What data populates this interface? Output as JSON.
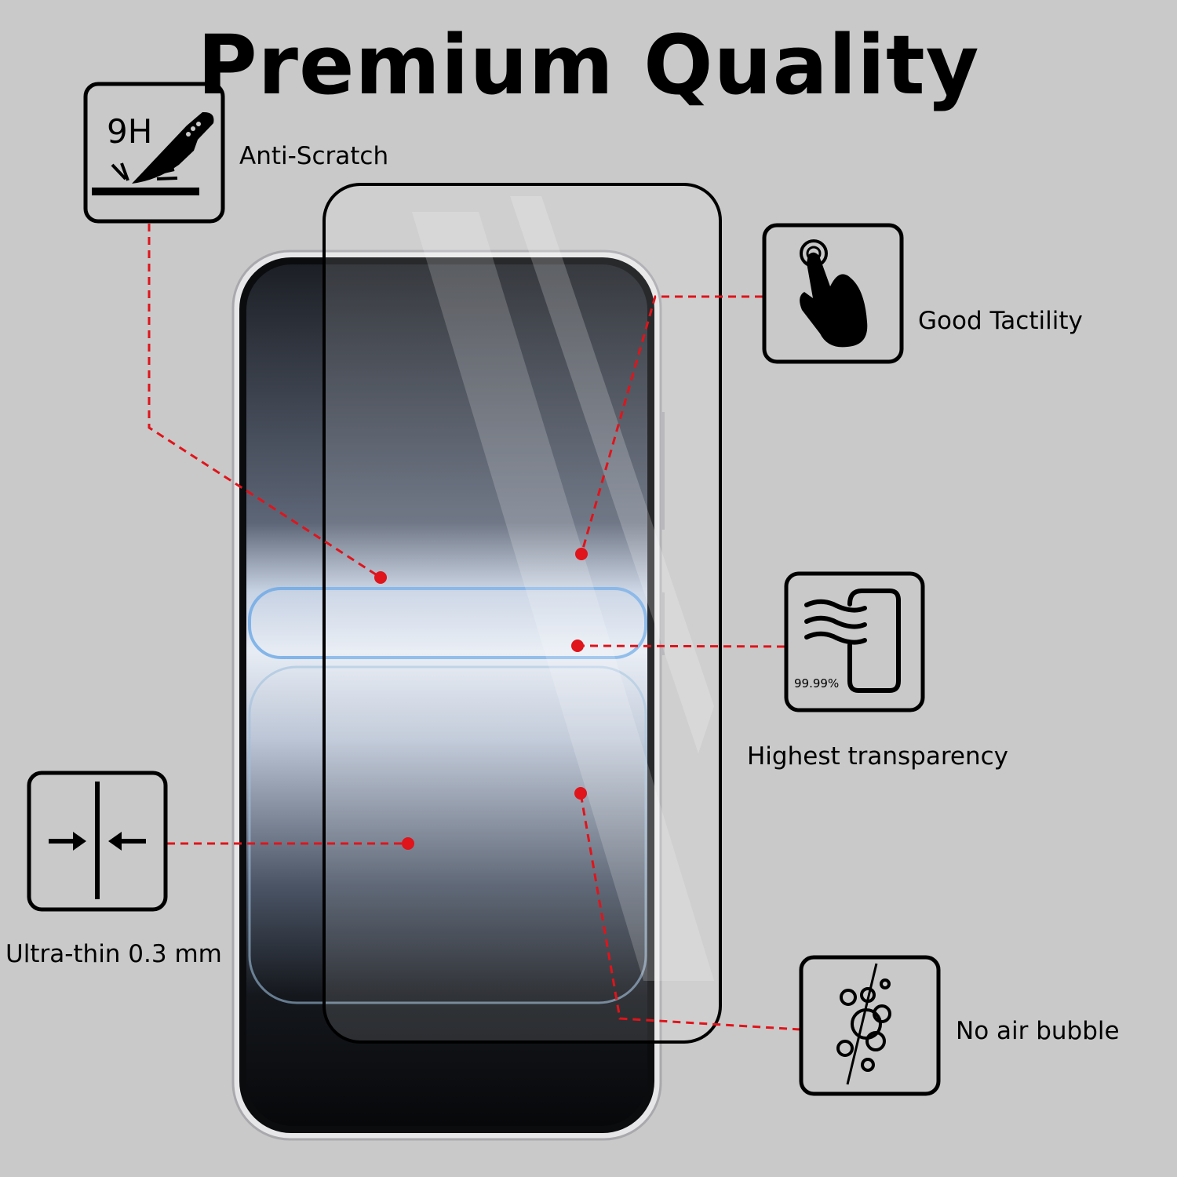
{
  "title": "Premium Quality",
  "features": [
    {
      "label": "Anti-Scratch",
      "icon": "knife-scratch-icon",
      "badge": "9H"
    },
    {
      "label": "Good Tactility",
      "icon": "touch-hand-icon"
    },
    {
      "label": "Highest transparency",
      "icon": "transparency-phone-icon",
      "badge": "99.99%"
    },
    {
      "label": "Ultra-thin 0.3 mm",
      "icon": "thin-arrows-icon"
    },
    {
      "label": "No air bubble",
      "icon": "bubbles-icon"
    }
  ],
  "colors": {
    "background": "#c9c9c9",
    "accent": "#e0141b"
  }
}
